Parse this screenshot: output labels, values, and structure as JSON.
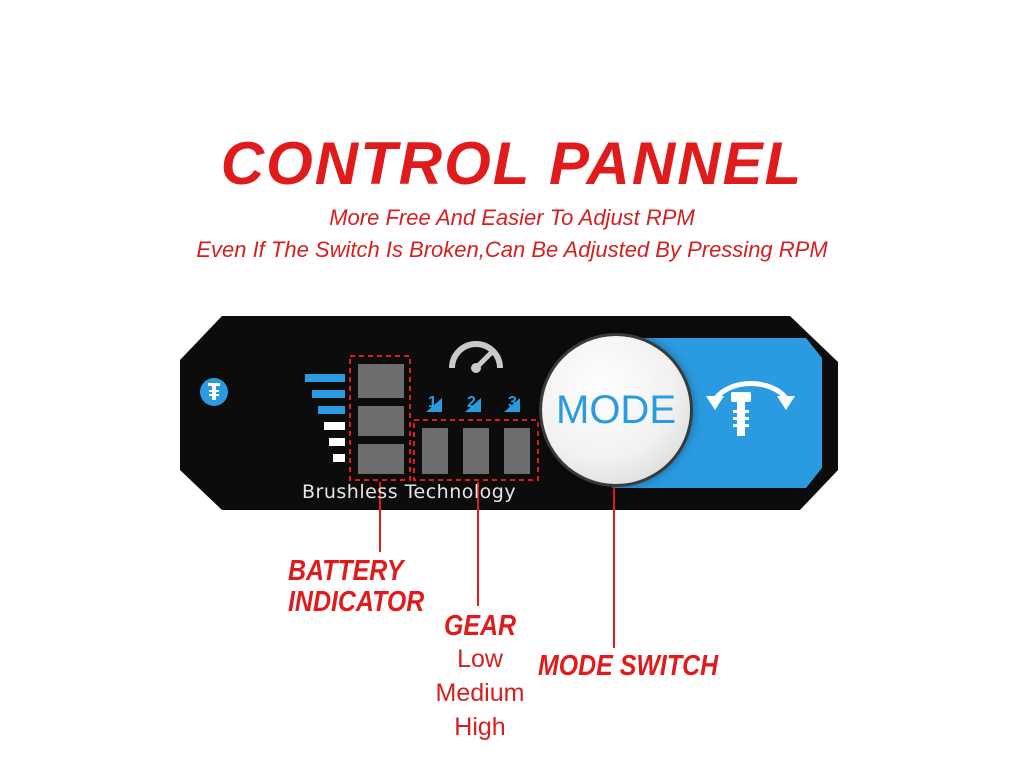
{
  "title": "CONTROL PANNEL",
  "subtitle_line1": "More Free And Easier To Adjust RPM",
  "subtitle_line2": "Even If The Switch Is Broken,Can Be Adjusted By Pressing RPM",
  "panel": {
    "brand_text": "Brushless Technology",
    "mode_button_label": "MODE",
    "gear_numbers": [
      "1",
      "2",
      "3"
    ],
    "accent_color": "#2a9be0",
    "panel_color": "#0c0c0c"
  },
  "callouts": {
    "battery_line1": "BATTERY",
    "battery_line2": "INDICATOR",
    "gear_title": "GEAR",
    "gear_levels": [
      "Low",
      "Medium",
      "High"
    ],
    "mode_switch": "MODE SWITCH"
  },
  "colors": {
    "heading_red": "#e01b1b"
  },
  "icons": [
    "screw-icon",
    "speedometer-icon",
    "rotation-screw-icon"
  ]
}
